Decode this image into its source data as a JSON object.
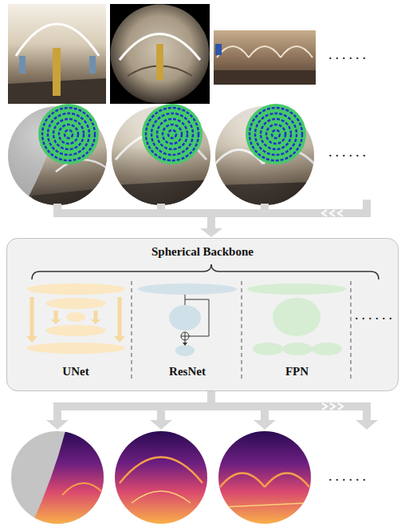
{
  "diagram": {
    "nodes": [
      {
        "text": [
          "Spherical Backbone"
        ]
      },
      {
        "text": [
          "UNet"
        ],
        "in": 0
      },
      {
        "text": [
          "ResNet"
        ],
        "in": 0
      },
      {
        "text": [
          "FPN"
        ],
        "in": 0
      }
    ],
    "labels": [
      "......",
      "......",
      "......",
      "......"
    ]
  }
}
